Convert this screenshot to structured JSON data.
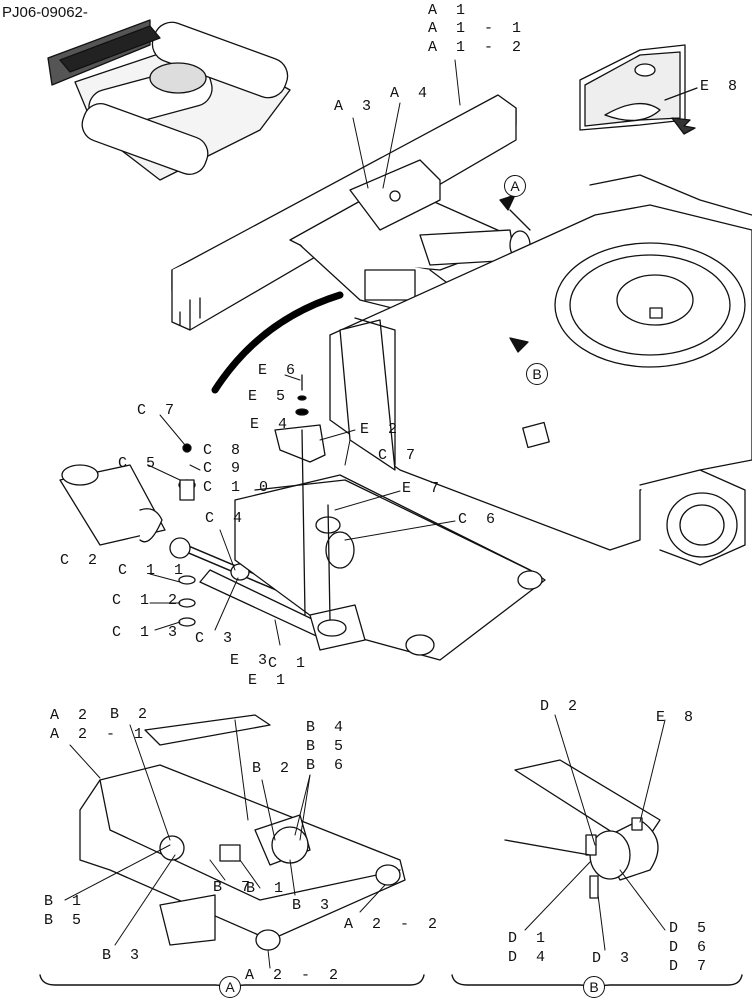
{
  "drawing_code": "PJ06-09062-",
  "labels": {
    "A1": "A 1",
    "A1_1": "A 1 - 1",
    "A1_2": "A 1 - 2",
    "A3": "A 3",
    "A4": "A 4",
    "E8_top": "E 8",
    "E6": "E 6",
    "E5": "E 5",
    "E4": "E 4",
    "E2": "E 2",
    "C7_left": "C 7",
    "C8": "C 8",
    "C9": "C 9",
    "C10": "C 1 0",
    "C5": "C 5",
    "C7_right": "C 7",
    "E7": "E 7",
    "C6": "C 6",
    "C4": "C 4",
    "C2": "C 2",
    "C11": "C 1 1",
    "C12": "C 1 2",
    "C13": "C 1 3",
    "C3": "C 3",
    "C1": "C 1",
    "E3": "E 3",
    "E1": "E 1",
    "A2": "A 2",
    "A2_1": "A 2 - 1",
    "B2_left": "B 2",
    "B4": "B 4",
    "B5_right": "B 5",
    "B6": "B 6",
    "B2_right": "B 2",
    "B1_left": "B 1",
    "B5_left": "B 5",
    "B7": "B 7",
    "B1_mid": "B 1",
    "B3_right": "B 3",
    "B3_left": "B 3",
    "A2_2_right": "A 2 - 2",
    "A2_2_bottom": "A 2 - 2",
    "D2": "D 2",
    "E8_bottom": "E 8",
    "D1": "D 1",
    "D4": "D 4",
    "D3": "D 3",
    "D5": "D 5",
    "D6": "D 6",
    "D7": "D 7"
  },
  "callouts": {
    "A_top": "A",
    "B_top": "B",
    "A_bottom": "A",
    "B_bottom": "B"
  }
}
